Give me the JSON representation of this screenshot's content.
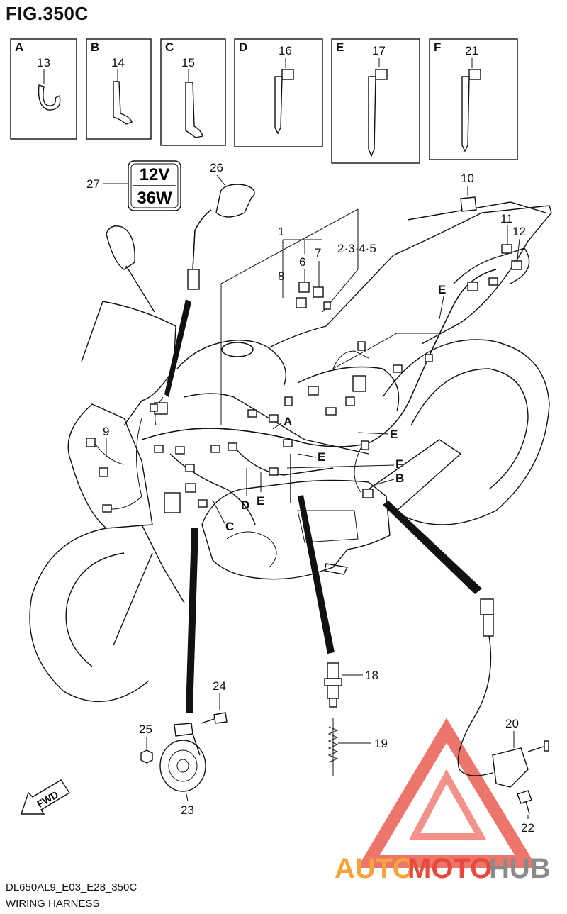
{
  "figure_title": "FIG.350C",
  "footer_code": "DL650AL9_E03_E28_350C",
  "footer_name": "WIRING HARNESS",
  "power_label": {
    "voltage": "12V",
    "wattage": "36W"
  },
  "fwd_label": "FWD",
  "detail_boxes": [
    {
      "letter": "A",
      "part": "13"
    },
    {
      "letter": "B",
      "part": "14"
    },
    {
      "letter": "C",
      "part": "15"
    },
    {
      "letter": "D",
      "part": "16"
    },
    {
      "letter": "E",
      "part": "17"
    },
    {
      "letter": "F",
      "part": "21"
    }
  ],
  "callouts": {
    "c1": "1",
    "c2345": "2·3·4·5",
    "c6": "6",
    "c7": "7",
    "c8": "8",
    "c9": "9",
    "c10": "10",
    "c11": "11",
    "c12": "12",
    "c18": "18",
    "c19": "19",
    "c20": "20",
    "c22": "22",
    "c23": "23",
    "c24": "24",
    "c25": "25",
    "c26": "26",
    "c27": "27"
  },
  "clamp_letters": {
    "a1": "A",
    "b1": "B",
    "c1": "C",
    "d1": "D",
    "e1": "E",
    "e2": "E",
    "e3": "E",
    "e4": "E",
    "f1": "F"
  },
  "watermark": {
    "part1": "AUTO",
    "part2": "MOTO",
    "part3": "HUB"
  },
  "colors": {
    "ink": "#111111",
    "watermark_red": "#e8493c",
    "watermark_orange": "#f5a33a",
    "watermark_grey": "#8a8a8a"
  }
}
